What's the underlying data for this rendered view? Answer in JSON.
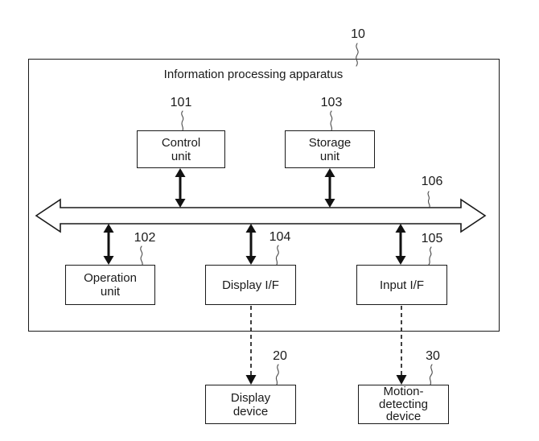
{
  "figure": {
    "title": "Information processing apparatus",
    "refs": {
      "outer": "10",
      "control": "101",
      "operation": "102",
      "storage": "103",
      "display_if": "104",
      "input_if": "105",
      "bus": "106",
      "display_device": "20",
      "motion_device": "30"
    },
    "boxes": {
      "control": {
        "lines": [
          "Control",
          "unit"
        ]
      },
      "storage": {
        "lines": [
          "Storage",
          "unit"
        ]
      },
      "operation": {
        "lines": [
          "Operation",
          "unit"
        ]
      },
      "display_if": {
        "lines": [
          "Display I/F"
        ]
      },
      "input_if": {
        "lines": [
          "Input I/F"
        ]
      },
      "display_device": {
        "lines": [
          "Display",
          "device"
        ]
      },
      "motion_device": {
        "lines": [
          "Motion-",
          "detecting",
          "device"
        ]
      }
    },
    "colors": {
      "line": "#1a1a1a",
      "background": "#ffffff",
      "text": "#1a1a1a"
    }
  }
}
